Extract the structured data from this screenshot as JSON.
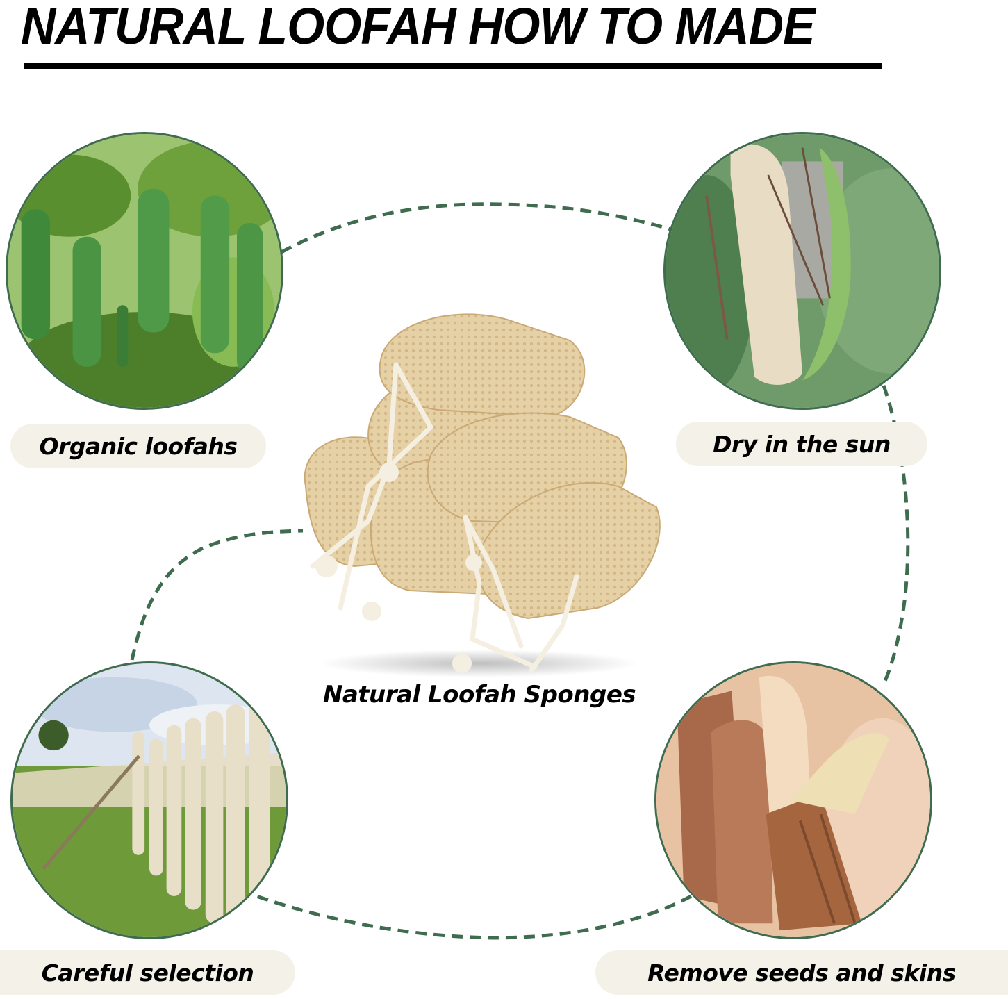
{
  "header": {
    "title": "NATURAL LOOFAH HOW TO MADE"
  },
  "center": {
    "product_caption": "Natural Loofah Sponges",
    "product_image": "loofah-sponges-with-cotton-cords"
  },
  "steps": [
    {
      "position": "top-left",
      "label": "Organic loofahs",
      "image": "green-loofah-gourds-on-vine"
    },
    {
      "position": "top-right",
      "label": "Dry in the sun",
      "image": "dried-loofah-beside-green-gourd"
    },
    {
      "position": "bottom-right",
      "label": "Remove seeds and skins",
      "image": "peeling-brown-skins-from-loofahs"
    },
    {
      "position": "bottom-left",
      "label": "Careful selection",
      "image": "loofahs-hanging-on-fence-in-field"
    }
  ],
  "colors": {
    "accent_green": "#3f6b4f",
    "pill_background": "#f4f2e8",
    "text": "#000000"
  }
}
